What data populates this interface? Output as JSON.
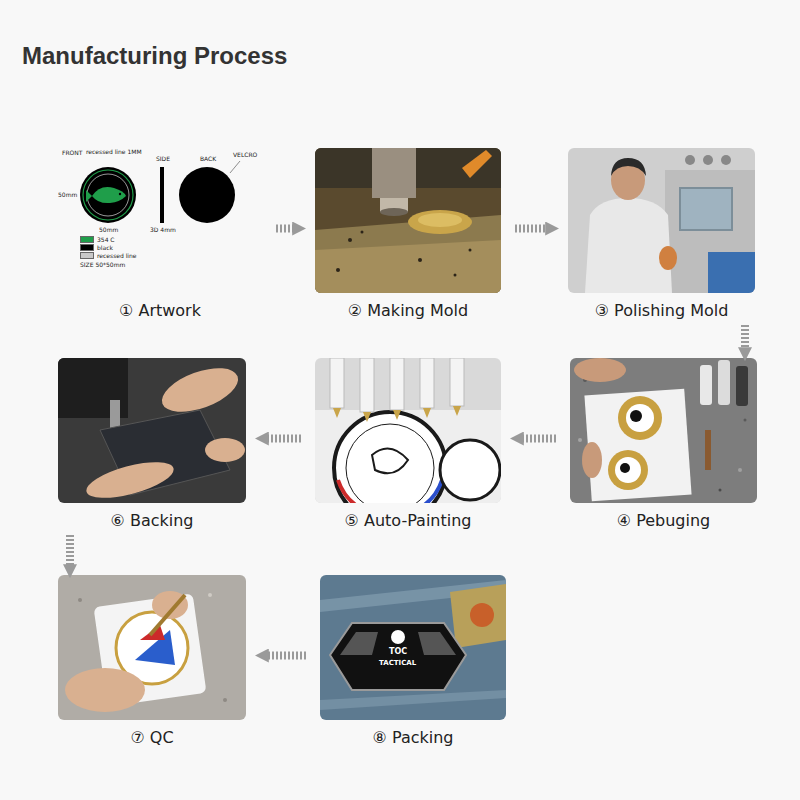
{
  "diagram": {
    "title": "Manufacturing Process",
    "nodes": [
      {
        "text": [
          "① Artwork"
        ]
      },
      {
        "text": [
          "② Making Mold"
        ]
      },
      {
        "text": [
          "③ Polishing Mold"
        ]
      },
      {
        "text": [
          "④ Pebuging"
        ]
      },
      {
        "text": [
          "⑤ Auto-Painting"
        ]
      },
      {
        "text": [
          "⑥ Backing"
        ]
      },
      {
        "text": [
          "⑦ QC"
        ]
      },
      {
        "text": [
          "⑧ Packing"
        ]
      }
    ],
    "edges": [
      {
        "from": 0,
        "to": 1,
        "arrow": "to"
      },
      {
        "from": 1,
        "to": 2,
        "arrow": "to"
      },
      {
        "from": 2,
        "to": 3,
        "arrow": "to"
      },
      {
        "from": 3,
        "to": 4,
        "arrow": "to"
      },
      {
        "from": 4,
        "to": 5,
        "arrow": "to"
      },
      {
        "from": 5,
        "to": 6,
        "arrow": "to"
      },
      {
        "from": 7,
        "to": 6,
        "arrow": "to"
      }
    ],
    "labels": [
      "FRONT",
      "recessed line 1MM",
      "SIDE",
      "BACK",
      "VELCRO",
      "50mm",
      "50mm",
      "3D 4mm",
      "SIZE 50*50mm",
      "TOC",
      "TACTICAL"
    ],
    "legend": [
      {
        "text": "354 C",
        "color": "#1f9e4a"
      },
      {
        "text": "black",
        "color": "#000000"
      },
      {
        "text": "recessed line",
        "color": "#c8c8c8"
      }
    ]
  }
}
